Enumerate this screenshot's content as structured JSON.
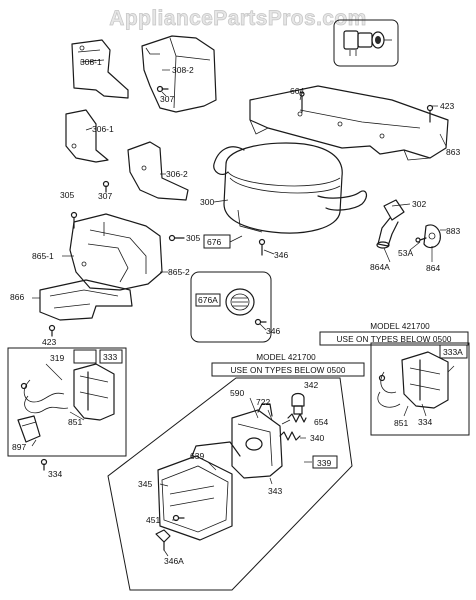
{
  "watermark": "AppliancePartsPros.com",
  "parts": [
    {
      "id": "308-1"
    },
    {
      "id": "308-2"
    },
    {
      "id": "307"
    },
    {
      "id": "664"
    },
    {
      "id": "423"
    },
    {
      "id": "863"
    },
    {
      "id": "306-1"
    },
    {
      "id": "306-2"
    },
    {
      "id": "305"
    },
    {
      "id": "307"
    },
    {
      "id": "300"
    },
    {
      "id": "302"
    },
    {
      "id": "883"
    },
    {
      "id": "676"
    },
    {
      "id": "346"
    },
    {
      "id": "53A"
    },
    {
      "id": "864A"
    },
    {
      "id": "864"
    },
    {
      "id": "865-1"
    },
    {
      "id": "305"
    },
    {
      "id": "865-2"
    },
    {
      "id": "866"
    },
    {
      "id": "423"
    },
    {
      "id": "676A"
    },
    {
      "id": "346"
    },
    {
      "id": "319"
    },
    {
      "id": "333"
    },
    {
      "id": "851"
    },
    {
      "id": "897"
    },
    {
      "id": "334"
    },
    {
      "id": "342"
    },
    {
      "id": "590"
    },
    {
      "id": "722"
    },
    {
      "id": "654"
    },
    {
      "id": "340"
    },
    {
      "id": "339"
    },
    {
      "id": "639"
    },
    {
      "id": "343"
    },
    {
      "id": "345"
    },
    {
      "id": "451"
    },
    {
      "id": "346A"
    },
    {
      "id": "333A"
    },
    {
      "id": "851"
    },
    {
      "id": "334"
    }
  ],
  "callouts": {
    "right": {
      "model": "MODEL 421700",
      "use_on": "USE ON TYPES BELOW 0500"
    },
    "center": {
      "model": "MODEL 421700",
      "use_on": "USE ON TYPES BELOW 0500"
    }
  }
}
